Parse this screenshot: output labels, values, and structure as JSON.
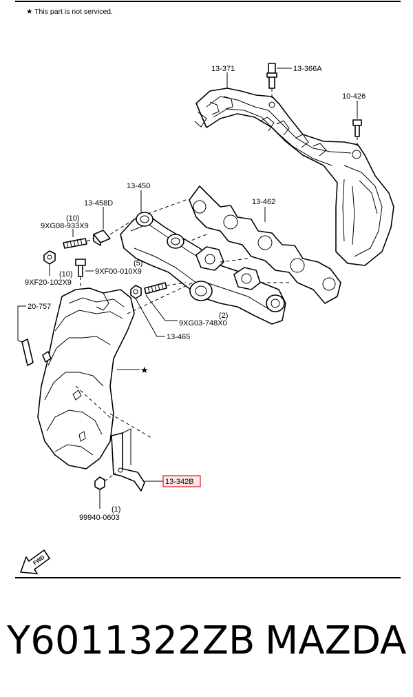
{
  "note": "★ This part is not serviced.",
  "labels": {
    "p13_371": "13-371",
    "p13_366a": "13-366A",
    "p10_426": "10-426",
    "p13_450": "13-450",
    "p13_458d": "13-458D",
    "p13_462": "13-462",
    "qty_10a": "(10)",
    "p9xg08": "9XG08-933X9",
    "qty_10b": "(10)",
    "p9xf00": "9XF00-010X9",
    "qty_5": "(5)",
    "p9xf20": "9XF20-102X9",
    "p20_757": "20-757",
    "qty_2": "(2)",
    "p9xg03": "9XG03-748X0",
    "p13_465": "13-465",
    "star": "★",
    "p13_342b": "13-342B",
    "qty_1": "(1)",
    "p99940": "99940-0603",
    "fwd": "FWD"
  },
  "highlight_color": "#e8373c",
  "footer": {
    "part_number": "Y6011322ZB",
    "brand": "MAZDA"
  }
}
